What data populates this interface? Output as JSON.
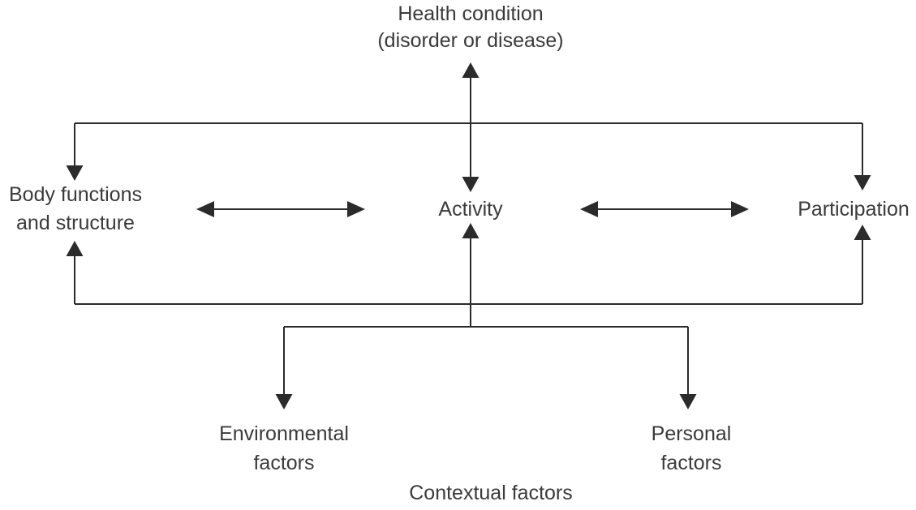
{
  "diagram": {
    "colors": {
      "line": "#2b2b2b",
      "text": "#3a3a3a",
      "background": "#ffffff"
    },
    "nodes": {
      "health_condition": {
        "line1": "Health condition",
        "line2": "(disorder or disease)"
      },
      "body_functions": {
        "line1": "Body functions",
        "line2": "and structure"
      },
      "activity": {
        "label": "Activity"
      },
      "participation": {
        "label": "Participation"
      },
      "environmental_factors": {
        "line1": "Environmental",
        "line2": "factors"
      },
      "personal_factors": {
        "line1": "Personal",
        "line2": "factors"
      },
      "contextual_factors": {
        "label": "Contextual factors"
      }
    },
    "connections": [
      {
        "from": "health-condition",
        "to": "activity",
        "type": "double-headed-vertical-arrow"
      },
      {
        "from": "body-functions",
        "to": "activity",
        "type": "double-headed-horizontal-arrow"
      },
      {
        "from": "activity",
        "to": "participation",
        "type": "double-headed-horizontal-arrow"
      },
      {
        "from": "top-rail",
        "to": "body-functions",
        "type": "arrow-down"
      },
      {
        "from": "top-rail",
        "to": "participation",
        "type": "arrow-down"
      },
      {
        "from": "bottom-rail",
        "to": "body-functions",
        "type": "arrow-up"
      },
      {
        "from": "bottom-rail",
        "to": "participation",
        "type": "arrow-up"
      },
      {
        "from": "contextual-rail",
        "to": "activity",
        "type": "arrow-up"
      },
      {
        "from": "contextual-rail",
        "to": "environmental-factors",
        "type": "arrow-down"
      },
      {
        "from": "contextual-rail",
        "to": "personal-factors",
        "type": "arrow-down"
      }
    ]
  }
}
